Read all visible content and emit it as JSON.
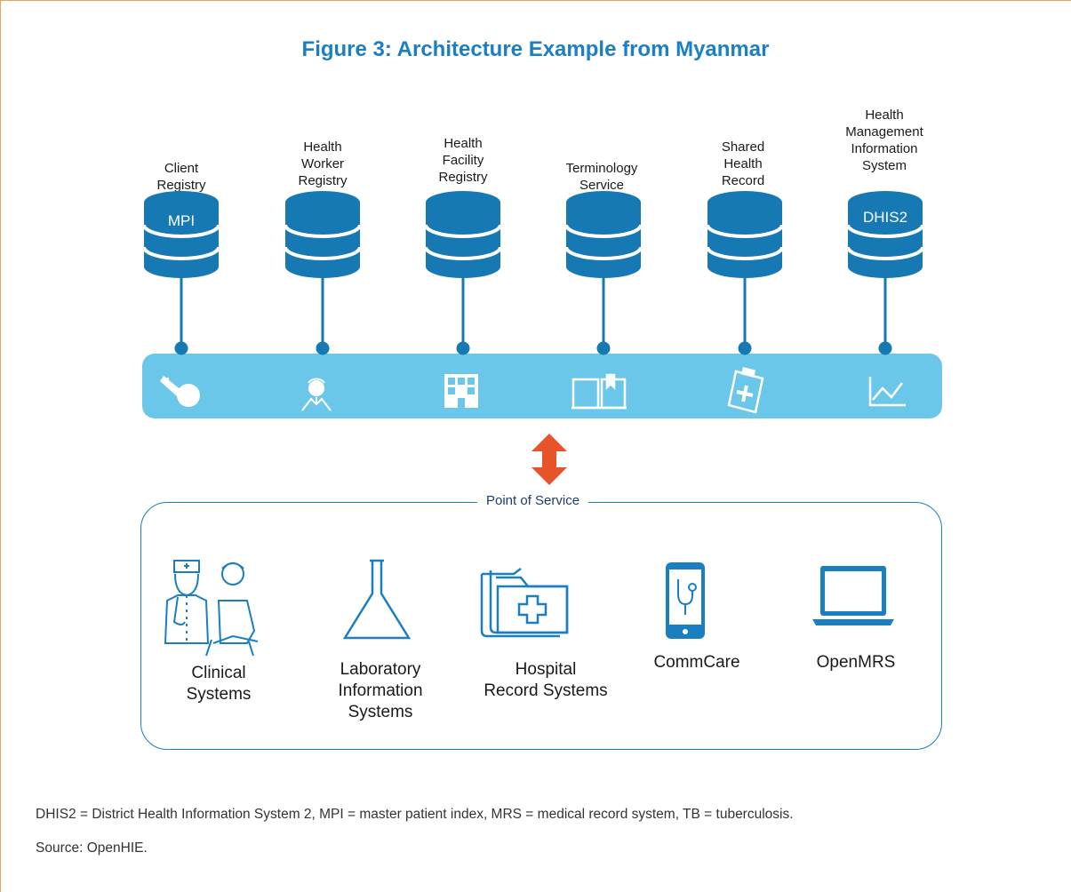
{
  "title": "Figure 3: Architecture Example from Myanmar",
  "registries": [
    {
      "label": "Client\nRegistry",
      "db_text": "MPI"
    },
    {
      "label": "Health\nWorker\nRegistry",
      "db_text": ""
    },
    {
      "label": "Health\nFacility\nRegistry",
      "db_text": ""
    },
    {
      "label": "Terminology\nService",
      "db_text": ""
    },
    {
      "label": "Shared\nHealth\nRecord",
      "db_text": ""
    },
    {
      "label": "Health\nManagement\nInformation\nSystem",
      "db_text": "DHIS2"
    }
  ],
  "bus_icons": [
    "key-icon",
    "health-worker-icon",
    "building-icon",
    "book-icon",
    "clipboard-cross-icon",
    "line-chart-icon"
  ],
  "point_of_service": {
    "label": "Point of Service",
    "items": [
      {
        "label": "Clinical\nSystems",
        "icon": "doctor-patient-icon"
      },
      {
        "label": "Laboratory\nInformation\nSystems",
        "icon": "flask-icon"
      },
      {
        "label": "Hospital\nRecord Systems",
        "icon": "folder-cross-icon"
      },
      {
        "label": "CommCare",
        "icon": "phone-stethoscope-icon"
      },
      {
        "label": "OpenMRS",
        "icon": "laptop-icon"
      }
    ]
  },
  "footnote": "DHIS2 = District Health Information System 2, MPI = master patient index, MRS = medical record system, TB = tuberculosis.",
  "source": "Source: OpenHIE.",
  "colors": {
    "title": "#1b7fc1",
    "database": "#1679b4",
    "bus": "#6bc7ea",
    "arrow": "#e8542a",
    "outline": "#1a7fc0"
  }
}
